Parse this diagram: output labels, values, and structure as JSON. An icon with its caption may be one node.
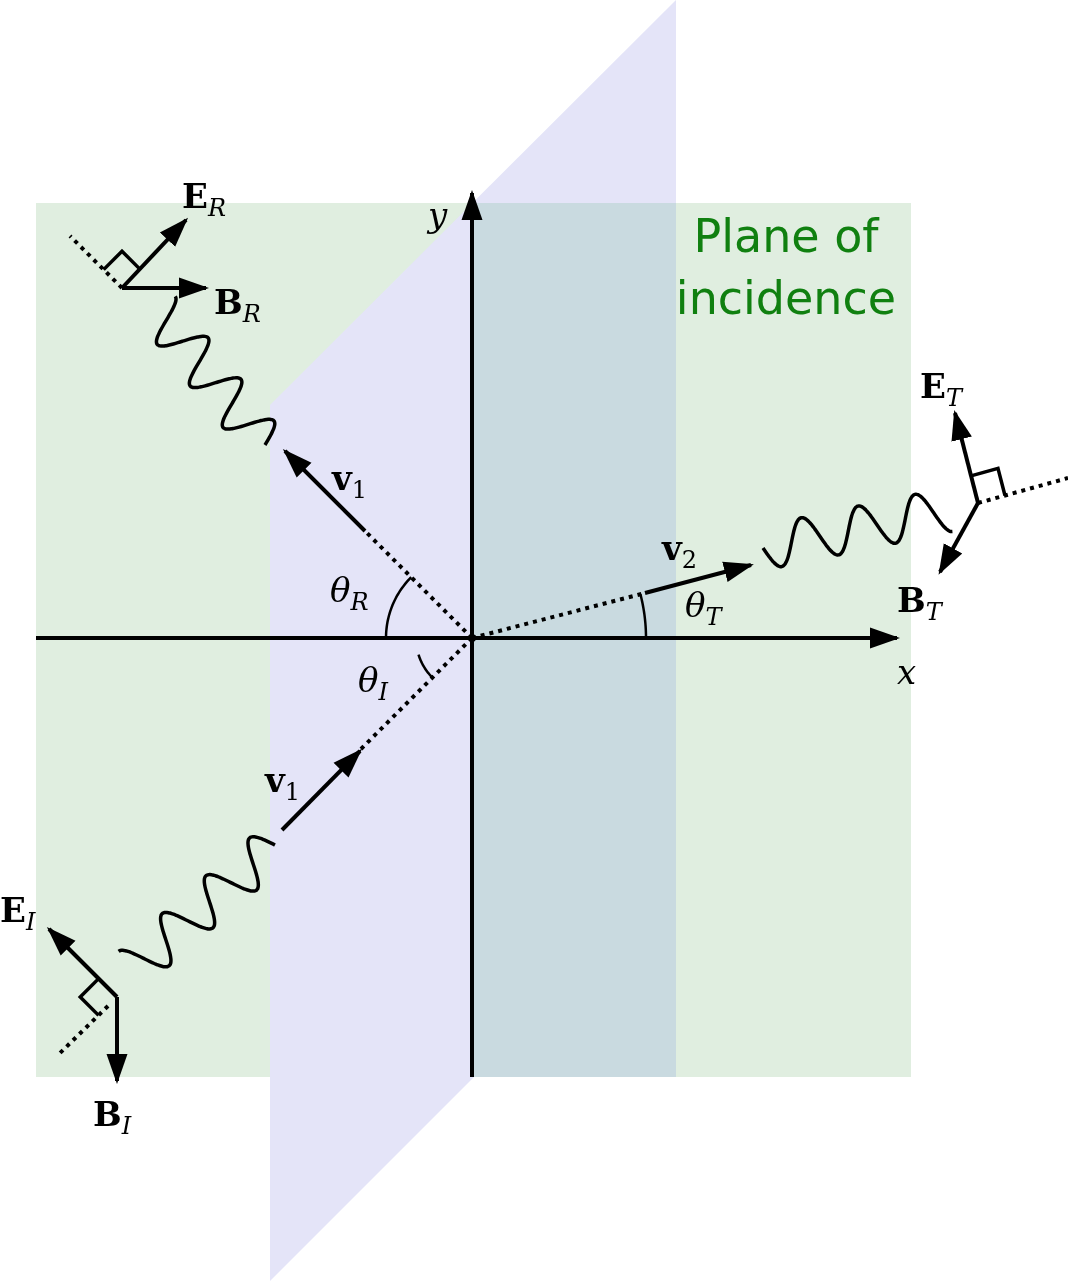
{
  "diagram": {
    "labels": [
      "**E**$_{R}$",
      "**B**$_{R}$",
      "**v**$_{1}$",
      "θ$_{R}$",
      "y",
      "Plane of incidence",
      "θ$_{I}$",
      "**v**$_{2}$",
      "θ$_{T}$",
      "x",
      "**E**$_{T}$",
      "**B**$_{T}$",
      "**v**$_{1}$",
      "**E**$_{I}$",
      "**B**$_{I}$"
    ]
  }
}
